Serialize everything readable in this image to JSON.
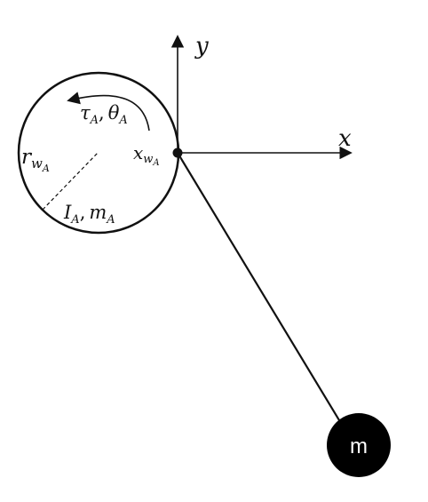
{
  "axes": {
    "x_label": "x",
    "y_label": "y"
  },
  "wheel": {
    "torque_angle": {
      "tau": "τ",
      "tau_sub": "A",
      "sep": ",",
      "theta": "θ",
      "theta_sub": "A"
    },
    "radius": {
      "main": "r",
      "sub": "w",
      "subsub": "A"
    },
    "contact": {
      "main": "x",
      "sub": "w",
      "subsub": "A"
    },
    "inertia_mass": {
      "I": "I",
      "I_sub": "A",
      "sep": ",",
      "m": "m",
      "m_sub": "A"
    }
  },
  "pendulum": {
    "mass_label": "m"
  },
  "colors": {
    "ink": "#111111",
    "mass_fill": "#000000",
    "mass_text": "#ffffff"
  }
}
